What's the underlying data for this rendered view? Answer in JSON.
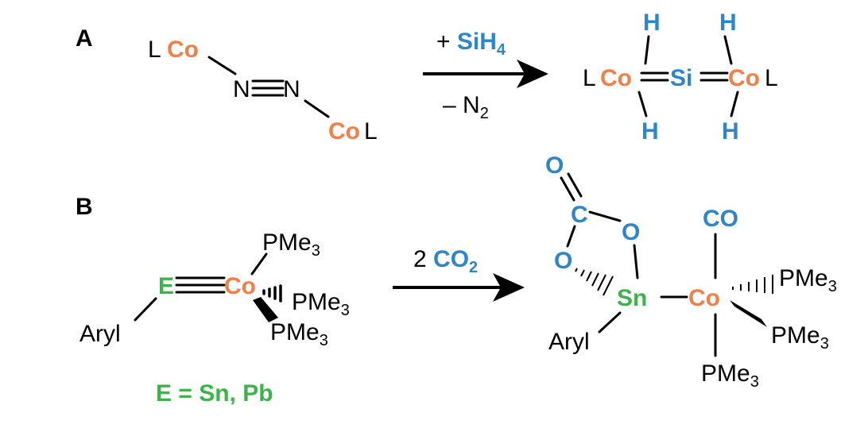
{
  "colors": {
    "cobalt": "#F0804A",
    "silicon_oxygen_hydrogen": "#2E86C8",
    "tetrel": "#3DB34A",
    "bond": "#000000"
  },
  "panel_a": {
    "label": "A",
    "reactant": {
      "ligand_left": "L",
      "metal_left": "Co",
      "n1": "N",
      "n2": "N",
      "metal_right": "Co",
      "ligand_right": "L"
    },
    "arrow": {
      "above_prefix": "+ ",
      "above_reagent": "SiH",
      "above_sub": "4",
      "below_main": "– N",
      "below_sub": "2"
    },
    "product": {
      "ligand_left": "L",
      "metal_left": "Co",
      "center": "Si",
      "metal_right": "Co",
      "ligand_right": "L",
      "hydride": "H"
    }
  },
  "panel_b": {
    "label": "B",
    "reactant": {
      "tetrel": "E",
      "metal": "Co",
      "aryl": "Aryl",
      "pme": "PMe",
      "pme_sub": "3"
    },
    "arrow": {
      "count": "2 ",
      "reagent": "CO",
      "reagent_sub": "2"
    },
    "note": "E = Sn, Pb",
    "product": {
      "oxygen": "O",
      "carbon": "C",
      "tin": "Sn",
      "metal": "Co",
      "carbonyl": "CO",
      "aryl": "Aryl",
      "pme": "PMe",
      "pme_sub": "3"
    }
  }
}
